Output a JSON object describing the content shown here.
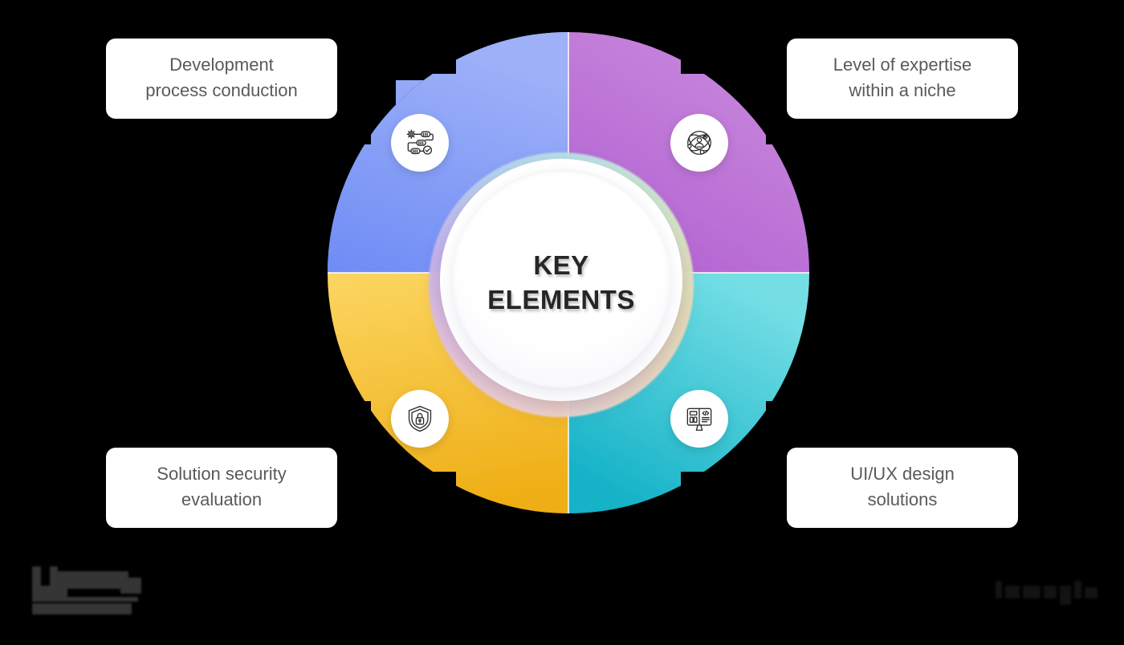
{
  "diagram": {
    "type": "four-quadrant-donut-infographic",
    "background_color": "#000000",
    "center": {
      "title_line1": "KEY",
      "title_line2": "ELEMENTS",
      "title_text": "KEY ELEMENTS",
      "text_color": "#262626",
      "fill_color": "#ffffff"
    },
    "quadrants": [
      {
        "id": "top-left",
        "position": "top-left",
        "color": "#7D97F3",
        "color_light": "#98ACF7",
        "icon": "workflow-process-icon",
        "label": "Development\nprocess conduction",
        "label_line1": "Development",
        "label_line2": "process conduction"
      },
      {
        "id": "top-right",
        "position": "top-right",
        "color": "#B96FD0",
        "color_light": "#C57FDB",
        "icon": "expertise-atom-person-icon",
        "label": "Level of expertise\nwithin a niche",
        "label_line1": "Level of expertise",
        "label_line2": "within a niche"
      },
      {
        "id": "bottom-left",
        "position": "bottom-left",
        "color": "#F2B821",
        "color_light": "#FBD35C",
        "icon": "shield-lock-icon",
        "label": "Solution security\nevaluation",
        "label_line1": "Solution security",
        "label_line2": "evaluation"
      },
      {
        "id": "bottom-right",
        "position": "bottom-right",
        "color": "#1FB5C9",
        "color_light": "#6FDCE3",
        "icon": "monitor-code-layout-icon",
        "label": "UI/UX design\nsolutions",
        "label_line1": "UI/UX design",
        "label_line2": "solutions"
      }
    ],
    "watermarks": {
      "left": "redacted-logo",
      "right": "redacted-logo"
    }
  },
  "chart_data": {
    "type": "pie",
    "title": "KEY ELEMENTS",
    "categories": [
      "Development process conduction",
      "Level of expertise within a niche",
      "UI/UX design solutions",
      "Solution security evaluation"
    ],
    "values": [
      25,
      25,
      25,
      25
    ],
    "colors": [
      "#7D97F3",
      "#B96FD0",
      "#1FB5C9",
      "#F2B821"
    ],
    "legend": "none",
    "grid": false,
    "donut": true
  }
}
